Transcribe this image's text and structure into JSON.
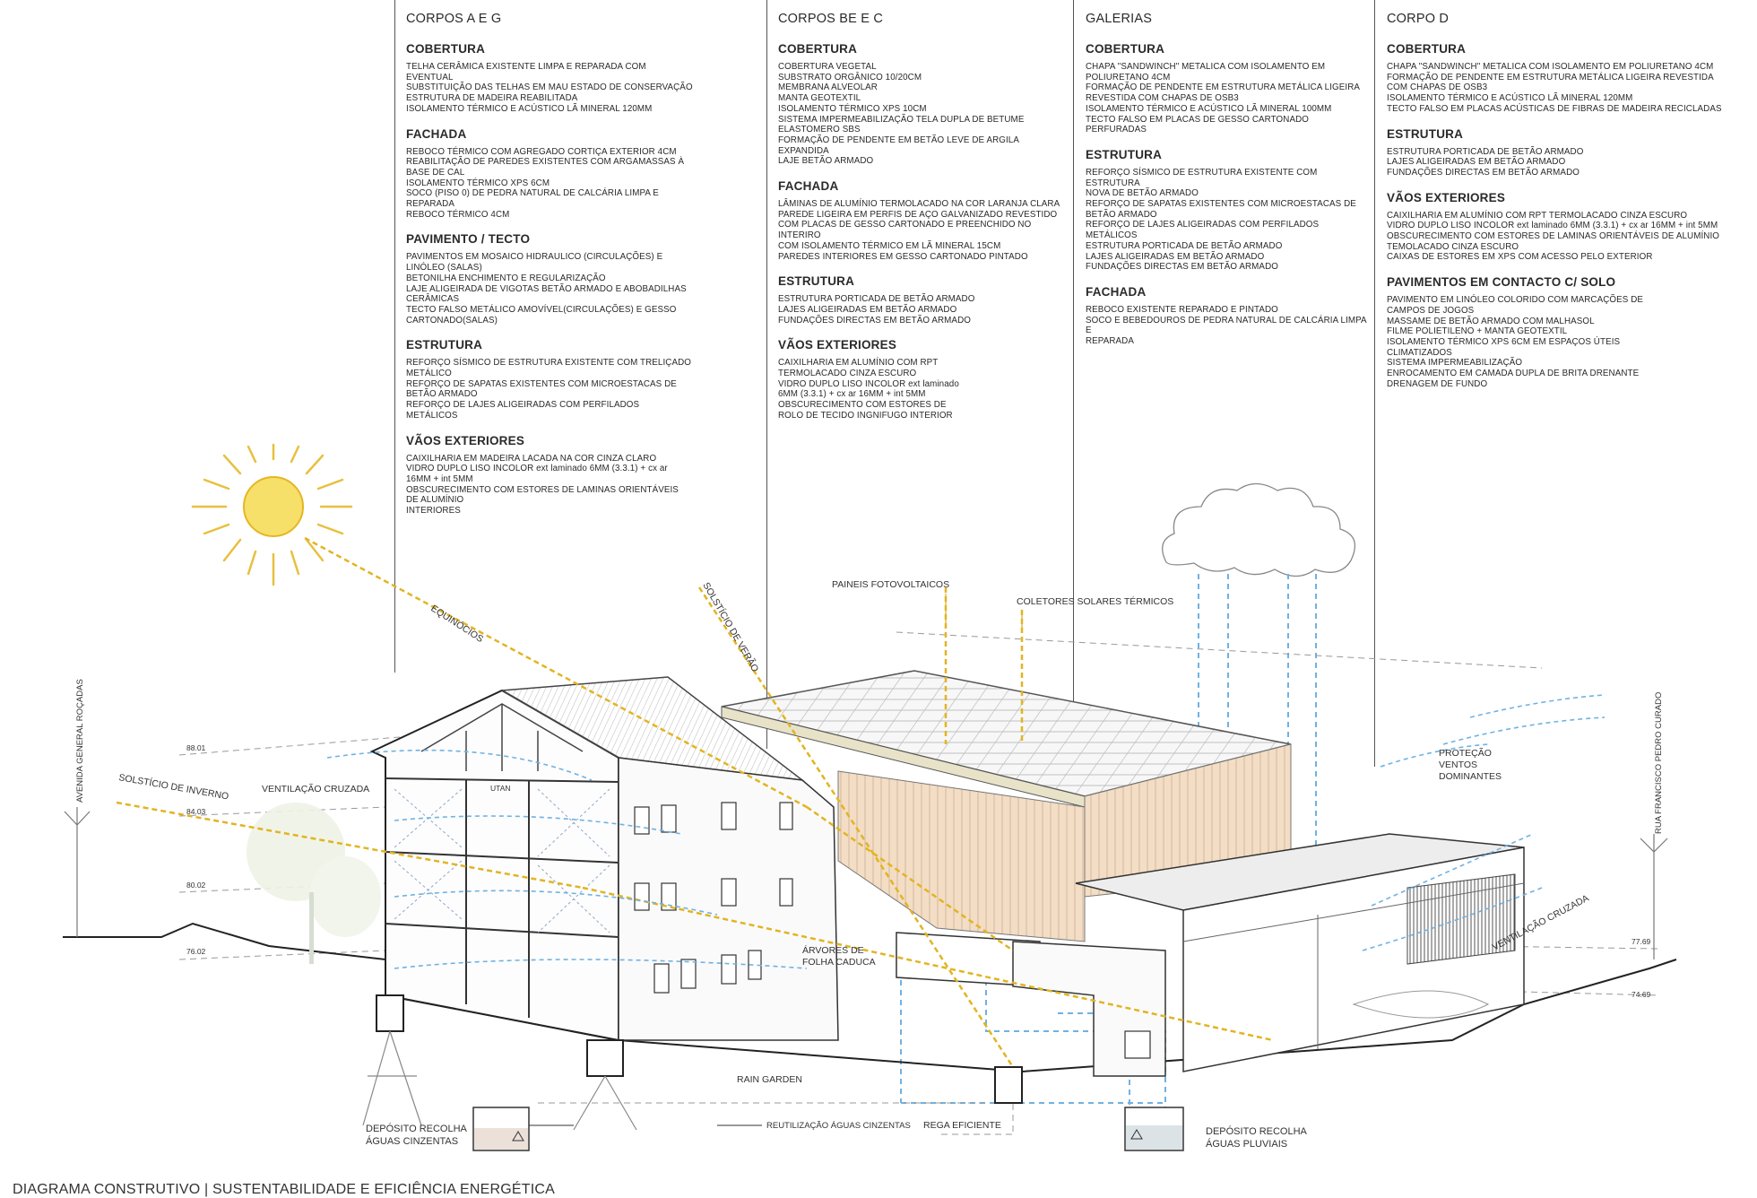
{
  "columns": [
    {
      "title": "CORPOS A E G",
      "sections": [
        {
          "heading": "COBERTURA",
          "lines": [
            "TELHA CERÂMICA EXISTENTE LIMPA E REPARADA COM EVENTUAL",
            "SUBSTITUIÇÃO DAS TELHAS EM MAU ESTADO DE CONSERVAÇÃO",
            "ESTRUTURA DE MADEIRA REABILITADA",
            "ISOLAMENTO TÉRMICO E ACÚSTICO LÃ MINERAL 120MM"
          ]
        },
        {
          "heading": "FACHADA",
          "lines": [
            "REBOCO TÉRMICO COM AGREGADO CORTIÇA  EXTERIOR  4CM",
            "REABILITAÇÃO DE PAREDES EXISTENTES COM ARGAMASSAS À BASE DE CAL",
            "ISOLAMENTO TÉRMICO XPS 6CM",
            "SOCO (PISO 0) DE PEDRA NATURAL DE CALCÁRIA LIMPA E REPARADA",
            "REBOCO TÉRMICO  4CM"
          ]
        },
        {
          "heading": "PAVIMENTO / TECTO",
          "lines": [
            "PAVIMENTOS EM MOSAICO HIDRAULICO (CIRCULAÇÕES) E LINÓLEO (SALAS)",
            "BETONILHA ENCHIMENTO E REGULARIZAÇÃO",
            "LAJE ALIGEIRADA DE VIGOTAS BETÃO ARMADO  E ABOBADILHAS CERÂMICAS",
            "TECTO FALSO METÁLICO AMOVÍVEL(CIRCULAÇÕES) E GESSO CARTONADO(SALAS)"
          ]
        },
        {
          "heading": "ESTRUTURA",
          "lines": [
            "REFORÇO SÍSMICO DE ESTRUTURA EXISTENTE COM TRELIÇADO METÁLICO",
            "REFORÇO DE SAPATAS EXISTENTES COM MICROESTACAS DE BETÃO ARMADO",
            "REFORÇO DE LAJES  ALIGEIRADAS  COM PERFILADOS METÁLICOS"
          ]
        },
        {
          "heading": "VÃOS EXTERIORES",
          "lines": [
            "CAIXILHARIA EM MADEIRA LACADA NA COR CINZA CLARO",
            "VIDRO DUPLO LISO INCOLOR  ext laminado 6MM (3.3.1) + cx ar 16MM  + int 5MM",
            "OBSCURECIMENTO COM ESTORES DE LAMINAS ORIENTÁVEIS DE ALUMÍNIO",
            "INTERIORES"
          ]
        }
      ]
    },
    {
      "title": "CORPOS BE E C",
      "sections": [
        {
          "heading": "COBERTURA",
          "lines": [
            "COBERTURA VEGETAL",
            "SUBSTRATO ORGÂNICO 10/20CM",
            "MEMBRANA ALVEOLAR",
            "MANTA GEOTEXTIL",
            "ISOLAMENTO TÉRMICO XPS 10CM",
            "SISTEMA IMPERMEABILIZAÇÃO TELA DUPLA DE BETUME",
            "ELASTOMERO SBS",
            "FORMAÇÃO DE PENDENTE EM BETÃO LEVE DE ARGILA",
            "EXPANDIDA",
            "LAJE BETÃO ARMADO"
          ]
        },
        {
          "heading": "FACHADA",
          "lines": [
            "LÂMINAS DE ALUMÍNIO  TERMOLACADO NA COR LARANJA CLARA",
            "PAREDE LIGEIRA EM PERFIS DE AÇO GALVANIZADO REVESTIDO",
            "COM PLACAS DE GESSO CARTONADO E PREENCHIDO NO INTERIRO",
            "COM ISOLAMENTO TÉRMICO EM LÃ MINERAL 15CM",
            "PAREDES INTERIORES EM GESSO CARTONADO PINTADO"
          ]
        },
        {
          "heading": "ESTRUTURA",
          "lines": [
            "ESTRUTURA PORTICADA DE BETÃO ARMADO",
            "LAJES  ALIGEIRADAS EM BETÃO ARMADO",
            "FUNDAÇÕES DIRECTAS EM BETÃO ARMADO"
          ]
        },
        {
          "heading": "VÃOS EXTERIORES",
          "lines": [
            "CAIXILHARIA EM ALUMÍNIO COM RPT",
            "TERMOLACADO CINZA ESCURO",
            "VIDRO DUPLO LISO INCOLOR  ext laminado",
            "6MM (3.3.1) + cx ar 16MM  + int 5MM",
            "OBSCURECIMENTO COM ESTORES DE",
            "ROLO DE TECIDO INGNIFUGO INTERIOR"
          ]
        }
      ]
    },
    {
      "title": "GALERIAS",
      "sections": [
        {
          "heading": "COBERTURA",
          "lines": [
            "CHAPA \"SANDWINCH\" METALICA COM ISOLAMENTO EM",
            "POLIURETANO 4CM",
            "FORMAÇÃO DE PENDENTE EM ESTRUTURA METÁLICA LIGEIRA",
            "REVESTIDA COM CHAPAS DE OSB3",
            "ISOLAMENTO TÉRMICO E ACÚSTICO LÃ MINERAL 100MM",
            "TECTO FALSO EM PLACAS DE GESSO CARTONADO",
            "PERFURADAS"
          ]
        },
        {
          "heading": "ESTRUTURA",
          "lines": [
            "REFORÇO SÍSMICO DE ESTRUTURA EXISTENTE COM ESTRUTURA",
            "NOVA DE BETÃO ARMADO",
            "REFORÇO DE SAPATAS EXISTENTES COM MICROESTACAS DE",
            "BETÃO ARMADO",
            "REFORÇO DE LAJES  ALIGEIRADAS  COM PERFILADOS METÁLICOS",
            "ESTRUTURA PORTICADA DE BETÃO ARMADO",
            "LAJES  ALIGEIRADAS EM BETÃO ARMADO",
            "FUNDAÇÕES DIRECTAS EM BETÃO ARMADO"
          ]
        },
        {
          "heading": "FACHADA",
          "lines": [
            "REBOCO EXISTENTE REPARADO E PINTADO",
            "SOCO E BEBEDOUROS DE PEDRA NATURAL DE CALCÁRIA LIMPA E",
            "REPARADA"
          ]
        }
      ]
    },
    {
      "title": "CORPO D",
      "sections": [
        {
          "heading": "COBERTURA",
          "lines": [
            "CHAPA \"SANDWINCH\" METALICA COM ISOLAMENTO EM POLIURETANO 4CM",
            "FORMAÇÃO DE PENDENTE EM ESTRUTURA METÁLICA LIGEIRA REVESTIDA",
            "COM CHAPAS DE OSB3",
            "ISOLAMENTO TÉRMICO E ACÚSTICO LÃ MINERAL 120MM",
            "TECTO FALSO EM PLACAS ACÚSTICAS DE FIBRAS DE MADEIRA RECICLADAS"
          ]
        },
        {
          "heading": "ESTRUTURA",
          "lines": [
            "ESTRUTURA PORTICADA DE BETÃO ARMADO",
            "LAJES  ALIGEIRADAS EM BETÃO ARMADO",
            "FUNDAÇÕES DIRECTAS EM BETÃO ARMADO"
          ]
        },
        {
          "heading": "VÃOS EXTERIORES",
          "lines": [
            "CAIXILHARIA EM ALUMÍNIO COM RPT  TERMOLACADO CINZA ESCURO",
            "VIDRO DUPLO LISO INCOLOR  ext laminado 6MM (3.3.1) + cx ar 16MM  + int 5MM",
            "OBSCURECIMENTO COM ESTORES DE LAMINAS ORIENTÁVEIS DE ALUMÍNIO",
            "TEMOLACADO CINZA ESCURO",
            "CAIXAS DE ESTORES EM XPS  COM ACESSO PELO EXTERIOR"
          ]
        },
        {
          "heading": "PAVIMENTOS EM CONTACTO C/ SOLO",
          "lines": [
            "PAVIMENTO EM LINÓLEO COLORIDO COM MARCAÇÕES DE",
            "CAMPOS DE JOGOS",
            "MASSAME DE BETÃO ARMADO COM MALHASOL",
            "FILME POLIETILENO  +  MANTA GEOTEXTIL",
            "ISOLAMENTO TÉRMICO XPS 6CM EM ESPAÇOS ÚTEIS",
            "CLIMATIZADOS",
            "SISTEMA IMPERMEABILIZAÇÃO",
            "ENROCAMENTO EM CAMADA DUPLA DE BRITA DRENANTE",
            "DRENAGEM DE FUNDO"
          ]
        }
      ]
    }
  ],
  "labels": {
    "equinocios": "EQUINÓCIOS",
    "solsticio_verao": "SOLSTÍCIO DE VERÃO",
    "solsticio_inverno": "SOLSTÍCIO DE INVERNO",
    "paineis": "PAINEIS FOTOVOLTAICOS",
    "coletores": "COLETORES SOLARES TÉRMICOS",
    "ventilacao_left": "VENTILAÇÃO CRUZADA",
    "ventilacao_right": "VENTILAÇÃO CRUZADA",
    "utan": "UTAN",
    "arvores_1": "ÁRVORES DE",
    "arvores_2": "FOLHA CADUCA",
    "rain_garden": "RAIN GARDEN",
    "protecao_1": "PROTEÇÃO",
    "protecao_2": "VENTOS",
    "protecao_3": "DOMINANTES",
    "avenida": "AVENIDA GENERAL ROÇADAS",
    "rua": "RUA FRANCISCO PEDRO CURADO",
    "deposito_cinz_1": "DEPÓSITO RECOLHA",
    "deposito_cinz_2": "ÁGUAS CINZENTAS",
    "reutilizacao": "REUTILIZAÇÃO ÁGUAS CINZENTAS",
    "rega": "REGA EFICIENTE",
    "deposito_pluv_1": "DEPÓSITO RECOLHA",
    "deposito_pluv_2": "ÁGUAS PLUVIAIS",
    "lvl_8801": "88.01",
    "lvl_8403": "84.03",
    "lvl_8002": "80.02",
    "lvl_7602": "76.02",
    "lvl_7769": "77.69",
    "lvl_7469": "74.69"
  },
  "footer": "DIAGRAMA CONSTRUTIVO | SUSTENTABILIDADE E EFICIÊNCIA ENERGÉTICA",
  "colors": {
    "sun": "#f2d23a",
    "sun_ray": "#e2b422",
    "water": "#6fb2e3",
    "facade": "#f3ddc4",
    "ink": "#333333"
  }
}
